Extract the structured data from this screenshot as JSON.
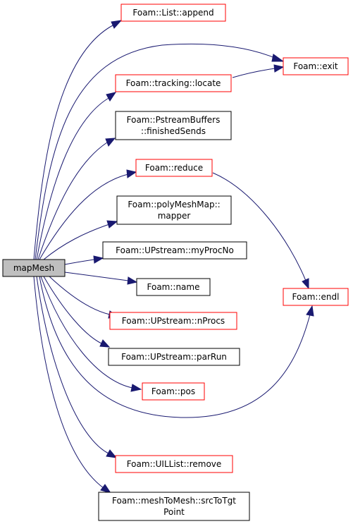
{
  "graph": {
    "root": {
      "label": "mapMesh"
    },
    "nodes": [
      {
        "id": "list-append",
        "lines": [
          "Foam::List::append"
        ],
        "style": "red"
      },
      {
        "id": "exit",
        "lines": [
          "Foam::exit"
        ],
        "style": "red"
      },
      {
        "id": "tracking-locate",
        "lines": [
          "Foam::tracking::locate"
        ],
        "style": "red"
      },
      {
        "id": "pstreambuffers-finishedsends",
        "lines": [
          "Foam::PstreamBuffers",
          "::finishedSends"
        ],
        "style": "black"
      },
      {
        "id": "reduce",
        "lines": [
          "Foam::reduce"
        ],
        "style": "red"
      },
      {
        "id": "polymeshmap-mapper",
        "lines": [
          "Foam::polyMeshMap::",
          "mapper"
        ],
        "style": "black"
      },
      {
        "id": "upstream-myprocno",
        "lines": [
          "Foam::UPstream::myProcNo"
        ],
        "style": "black"
      },
      {
        "id": "name",
        "lines": [
          "Foam::name"
        ],
        "style": "black"
      },
      {
        "id": "endl",
        "lines": [
          "Foam::endl"
        ],
        "style": "red"
      },
      {
        "id": "upstream-nprocs",
        "lines": [
          "Foam::UPstream::nProcs"
        ],
        "style": "red"
      },
      {
        "id": "upstream-parrun",
        "lines": [
          "Foam::UPstream::parRun"
        ],
        "style": "black"
      },
      {
        "id": "pos",
        "lines": [
          "Foam::pos"
        ],
        "style": "red"
      },
      {
        "id": "uillist-remove",
        "lines": [
          "Foam::UILList::remove"
        ],
        "style": "red"
      },
      {
        "id": "meshtomesh-srctotgtpoint",
        "lines": [
          "Foam::meshToMesh::srcToTgt",
          "Point"
        ],
        "style": "black"
      }
    ],
    "colors": {
      "edge": "#191970",
      "red_border": "#ff0000",
      "black_border": "#000000",
      "root_fill": "#bfbfbf"
    }
  }
}
